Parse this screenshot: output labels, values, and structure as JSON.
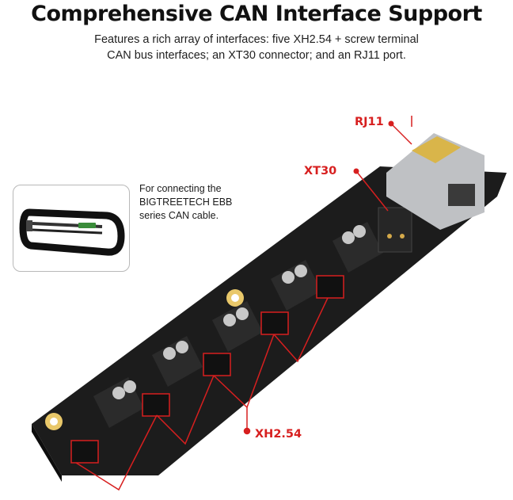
{
  "header": {
    "title": "Comprehensive CAN Interface Support",
    "subtitle_line1": "Features a rich array of interfaces: five XH2.54 + screw terminal",
    "subtitle_line2": "CAN bus interfaces; an XT30 connector; and an RJ11 port."
  },
  "inset": {
    "note_line1": "For connecting the BIGTREETECH EBB",
    "note_line2": "series CAN cable."
  },
  "callouts": {
    "rj11": "RJ11",
    "xt30": "XT30",
    "xh254": "XH2.54"
  },
  "colors": {
    "accent": "#d71f1f",
    "pcb": "#1c1c1c",
    "connector": "#2b2b2b",
    "screw": "#c8c8c8"
  }
}
